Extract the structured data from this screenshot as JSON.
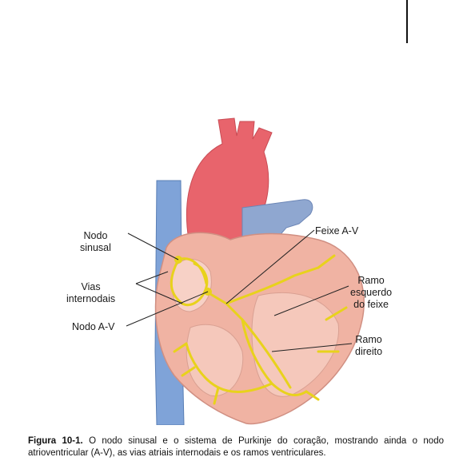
{
  "labels": {
    "nodo_sinusal": [
      "Nodo",
      "sinusal"
    ],
    "vias_internodais": [
      "Vias",
      "internodais"
    ],
    "nodo_av": "Nodo A-V",
    "feixe_av": "Feixe A-V",
    "ramo_esquerdo": [
      "Ramo",
      "esquerdo",
      "do feixe"
    ],
    "ramo_direito": [
      "Ramo",
      "direito"
    ]
  },
  "caption": {
    "figure_number": "Figura 10-1.",
    "text": "O nodo sinusal e o sistema de Purkinje do coração, mostrando ainda o nodo atrioventricular (A-V), as vias atriais internodais e os ramos ventriculares."
  },
  "colors": {
    "heart_muscle": "#f0b3a3",
    "aorta": "#e8646c",
    "vena_cava": "#7fa3d8",
    "pulmonary": "#8fa7d0",
    "conduction": "#e8d21c"
  }
}
